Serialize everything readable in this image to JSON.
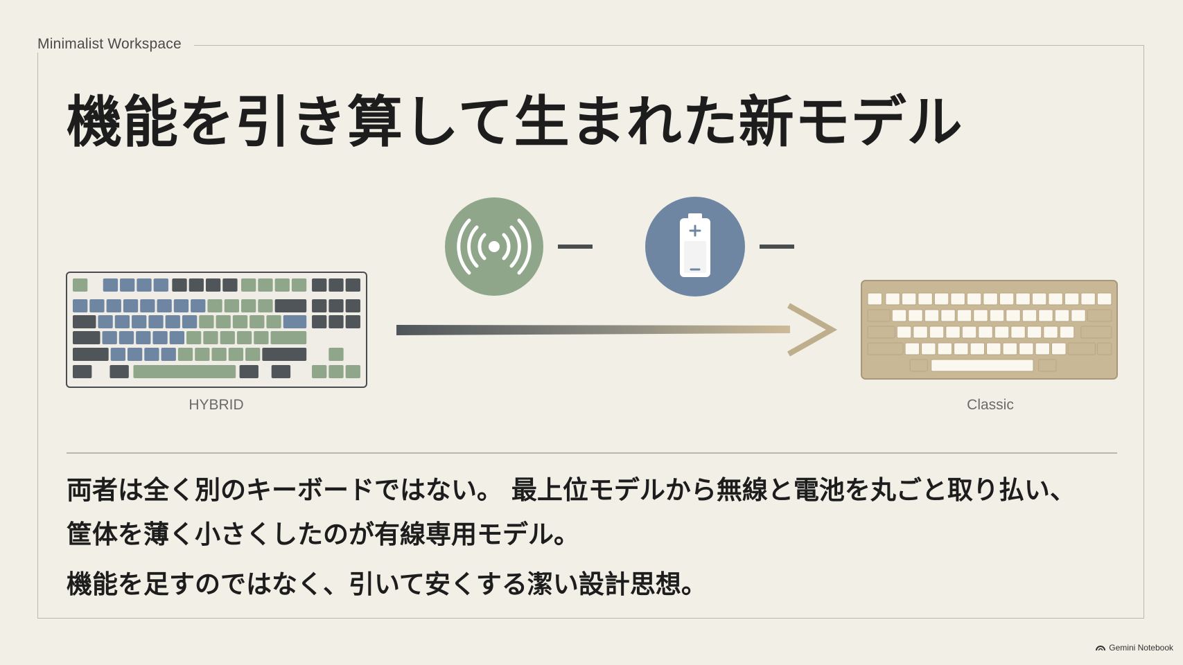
{
  "header": {
    "eyebrow": "Minimalist Workspace"
  },
  "title": "機能を引き算して生まれた新モデル",
  "diagram": {
    "left_keyboard_label": "HYBRID",
    "right_keyboard_label": "Classic",
    "removed_features": [
      {
        "icon": "wireless-icon",
        "color": "#8fa68a",
        "operator": "−"
      },
      {
        "icon": "battery-icon",
        "color": "#6f86a3",
        "operator": "−"
      }
    ],
    "colors": {
      "hybrid_blue": "#6f86a3",
      "hybrid_green": "#8fa68a",
      "hybrid_dark": "#4f5559",
      "classic_body": "#c9b896",
      "classic_key": "#fbf8f0"
    }
  },
  "body": {
    "line1": "両者は全く別のキーボードではない。 最上位モデルから無線と電池を丸ごと取り払い、",
    "line2": "筐体を薄く小さくしたのが有線専用モデル。",
    "line3": "機能を足すのではなく、引いて安くする潔い設計思想。"
  },
  "footer": {
    "watermark": "Gemini Notebook"
  }
}
